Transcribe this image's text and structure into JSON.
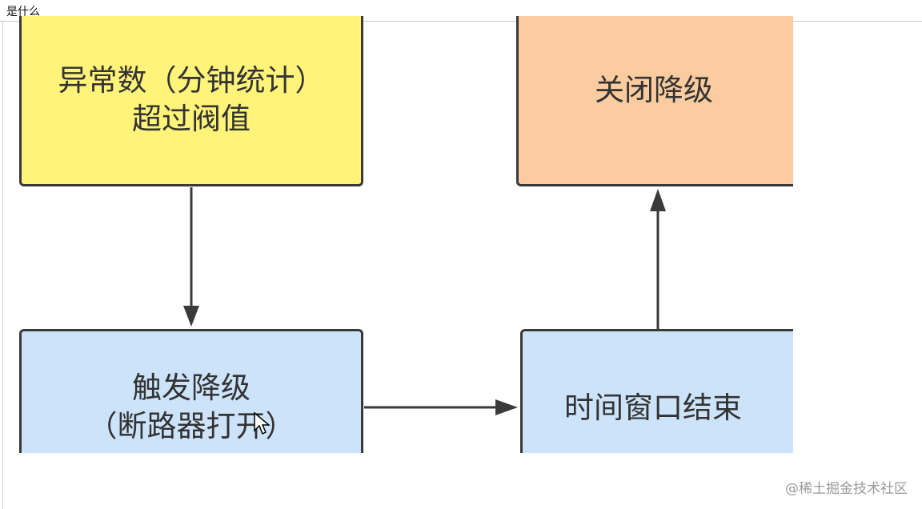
{
  "window": {
    "title": "是什么"
  },
  "diagram": {
    "nodes": {
      "anomaly": {
        "lines": [
          "异常数（分钟统计）",
          "超过阀值"
        ]
      },
      "close_degrade": {
        "lines": [
          "关闭降级"
        ]
      },
      "trigger_degrade": {
        "lines": [
          "触发降级",
          "（断路器打开）"
        ]
      },
      "window_end": {
        "lines": [
          "时间窗口结束"
        ]
      }
    },
    "colors": {
      "yellow": "#fff37a",
      "orange": "#fbcca0",
      "blue": "#cde3fa",
      "stroke": "#3a3a3a"
    }
  },
  "watermark": {
    "text": "@稀土掘金技术社区"
  }
}
